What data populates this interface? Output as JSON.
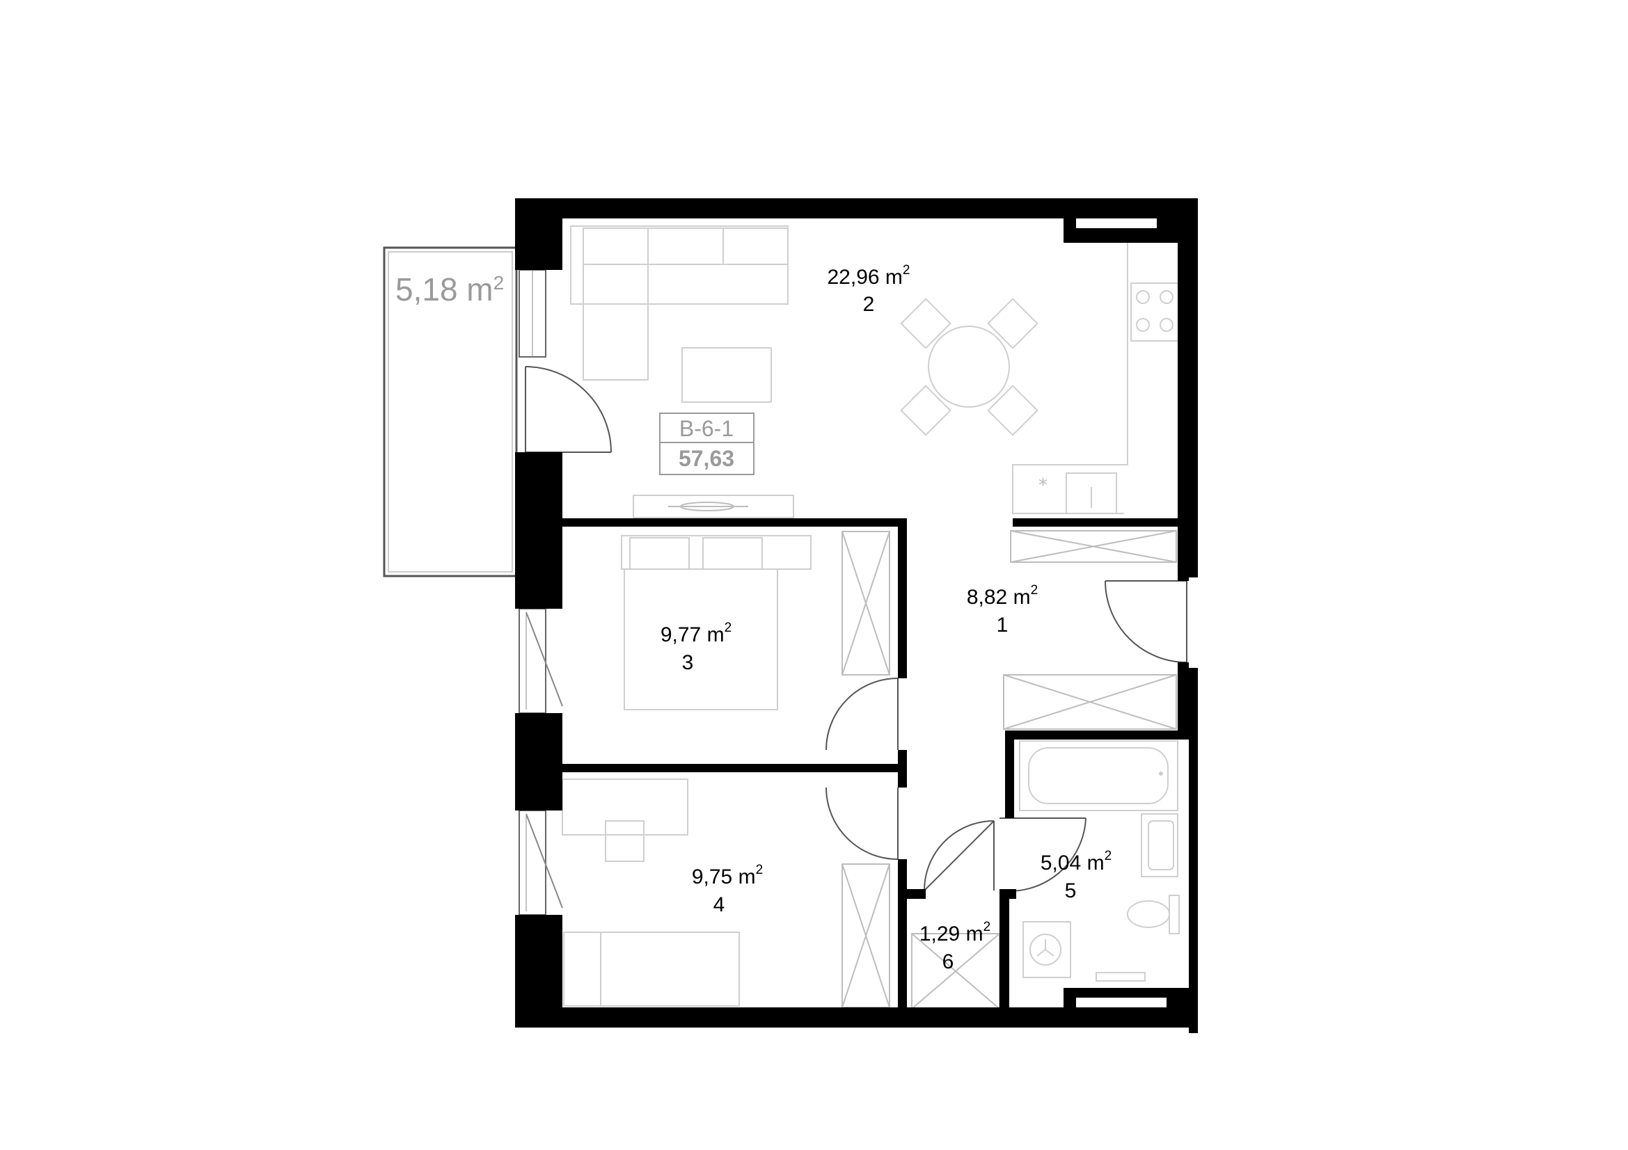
{
  "unit": {
    "code": "B-6-1",
    "total_area": "57,63"
  },
  "balcony": {
    "area": "5,18 m",
    "sup": "2"
  },
  "rooms": [
    {
      "id": "room-2",
      "area": "22,96  m",
      "sup": "2",
      "number": "2"
    },
    {
      "id": "room-1",
      "area": "8,82  m",
      "sup": "2",
      "number": "1"
    },
    {
      "id": "room-3",
      "area": "9,77  m",
      "sup": "2",
      "number": "3"
    },
    {
      "id": "room-4",
      "area": "9,75  m",
      "sup": "2",
      "number": "4"
    },
    {
      "id": "room-5",
      "area": "5,04  m",
      "sup": "2",
      "number": "5"
    },
    {
      "id": "room-6",
      "area": "1,29  m",
      "sup": "2",
      "number": "6"
    }
  ],
  "colors": {
    "wall": "#000000",
    "furniture": "#cfcfcf",
    "label_muted": "#9a9a9a"
  }
}
